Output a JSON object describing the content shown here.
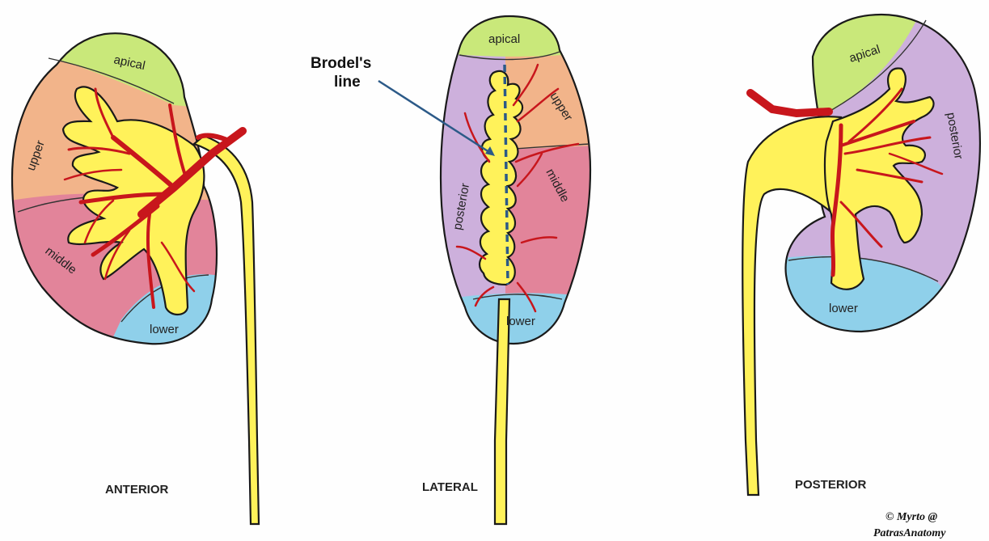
{
  "views": {
    "anterior": {
      "title": "ANTERIOR",
      "segments": {
        "apical": "apical",
        "upper": "upper",
        "middle": "middle",
        "lower": "lower"
      }
    },
    "lateral": {
      "title": "LATERAL",
      "segments": {
        "apical": "apical",
        "upper": "upper",
        "posterior": "posterior",
        "middle": "middle",
        "lower": "lower"
      },
      "annotation": {
        "line1": "Brodel's",
        "line2": "line"
      }
    },
    "posterior": {
      "title": "POSTERIOR",
      "segments": {
        "apical": "apical",
        "posterior": "posterior",
        "lower": "lower"
      }
    }
  },
  "credit": {
    "line1": "© Myrto @",
    "line2": "PatrasAnatomy"
  },
  "colors": {
    "apical": "#c9e87a",
    "upper": "#f2b48a",
    "middle": "#e2849a",
    "lower": "#8fd0ea",
    "posterior": "#cdb0dc",
    "pelvis": "#fff25a",
    "artery": "#c8161c",
    "brodel_line": "#2c5a88"
  }
}
